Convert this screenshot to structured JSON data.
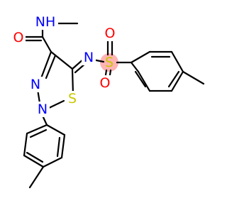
{
  "molecule": {
    "atoms": [
      {
        "id": "a1",
        "label": "O",
        "color": "#ff0000"
      },
      {
        "id": "a2",
        "label": "NH",
        "color": "#0000ff"
      },
      {
        "id": "a3",
        "label": "O",
        "color": "#ff0000"
      },
      {
        "id": "a4",
        "label": "N",
        "color": "#0000ff"
      },
      {
        "id": "a5",
        "label": "S",
        "color": "#c8c800"
      },
      {
        "id": "a6",
        "label": "O",
        "color": "#ff0000"
      },
      {
        "id": "a7",
        "label": "N",
        "color": "#0000ff"
      },
      {
        "id": "a8",
        "label": "N",
        "color": "#0000ff"
      },
      {
        "id": "a9",
        "label": "S",
        "color": "#c8c800"
      }
    ],
    "colors": {
      "bond": "#000000",
      "oxygen": "#ff0000",
      "nitrogen": "#0000ff",
      "sulfur": "#c8c800",
      "sulfonyl_highlight": "#ffb3b3"
    }
  }
}
